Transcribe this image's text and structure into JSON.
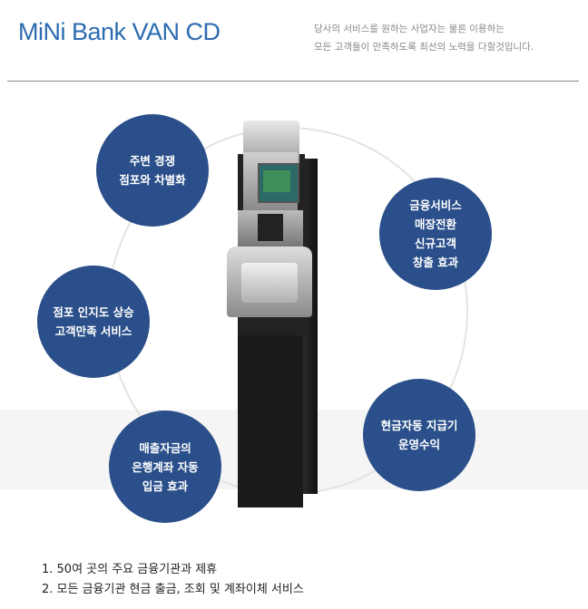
{
  "header": {
    "title": "MiNi Bank VAN CD",
    "description": [
      "당사의 서비스를 원하는 사업자는 물론 이용하는",
      "모든 고객들이 만족하도록 최선의 노력을 다할것입니다."
    ]
  },
  "benefits": [
    {
      "lines": [
        "주변 경쟁",
        "점포와 차별화"
      ]
    },
    {
      "lines": [
        "금융서비스",
        "매장전환",
        "신규고객",
        "창출 효과"
      ]
    },
    {
      "lines": [
        "점포 인지도 상승",
        "고객만족 서비스"
      ]
    },
    {
      "lines": [
        "현금자동 지급기",
        "운영수익"
      ]
    },
    {
      "lines": [
        "매출자금의",
        "은행계좌 자동",
        "입금 효과"
      ]
    }
  ],
  "features": [
    "1. 50여 곳의 주요 금융기관과 제휴",
    "2. 모든 금융기관 현금 출금, 조회 및 계좌이체 서비스"
  ],
  "colors": {
    "bubble": "#2a4f8a",
    "title": "#2b6cb0"
  }
}
